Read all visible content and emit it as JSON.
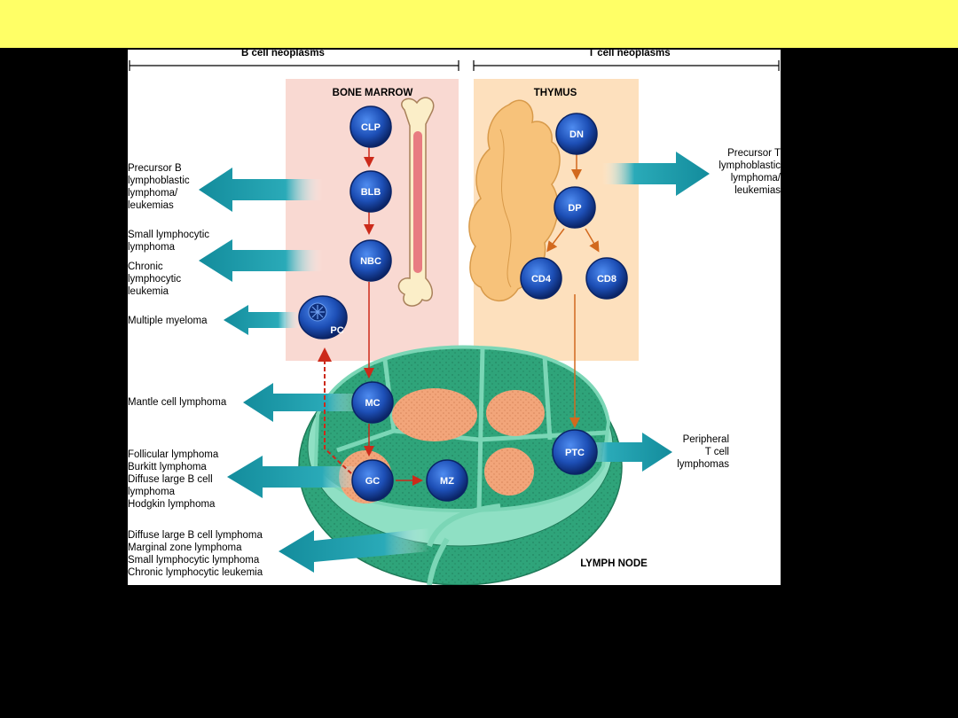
{
  "headers": {
    "b_cell": "B cell neoplasms",
    "t_cell": "T cell neoplasms"
  },
  "regions": {
    "bone_marrow": "BONE MARROW",
    "thymus": "THYMUS",
    "lymph_node": "LYMPH NODE"
  },
  "cells": {
    "clp": "CLP",
    "blb": "BLB",
    "nbc": "NBC",
    "pc": "PC",
    "mc": "MC",
    "gc": "GC",
    "mz": "MZ",
    "dn": "DN",
    "dp": "DP",
    "cd4": "CD4",
    "cd8": "CD8",
    "ptc": "PTC"
  },
  "labels": {
    "precursor_b": "Precursor B\nlymphoblastic\nlymphoma/\nleukemias",
    "small_lymphocytic": "Small lymphocytic\nlymphoma",
    "chronic_lymphocytic": "Chronic\nlymphocytic\nleukemia",
    "multiple_myeloma": "Multiple myeloma",
    "mantle_cell": "Mantle cell lymphoma",
    "follicular_group": "Follicular lymphoma\nBurkitt lymphoma\nDiffuse large B cell\n    lymphoma\nHodgkin lymphoma",
    "marginal_group": "Diffuse large B cell lymphoma\nMarginal zone lymphoma\nSmall lymphocytic lymphoma\nChronic lymphocytic leukemia",
    "precursor_t": "Precursor T\nlymphoblastic\nlymphoma/\nleukemias",
    "peripheral_t": "Peripheral\nT cell\nlymphomas"
  },
  "colors": {
    "banner": "#ffff66",
    "bone_marrow_bg": "#f9d9d2",
    "thymus_bg": "#fde0bd",
    "node_outer": "#2fa47a",
    "node_inner": "#6fcfb1",
    "follicle": "#f2a57a",
    "cell_blue": "#1d4fb6",
    "arrow_teal": "#1a9aa8",
    "red_arrow": "#cc2a1a"
  }
}
